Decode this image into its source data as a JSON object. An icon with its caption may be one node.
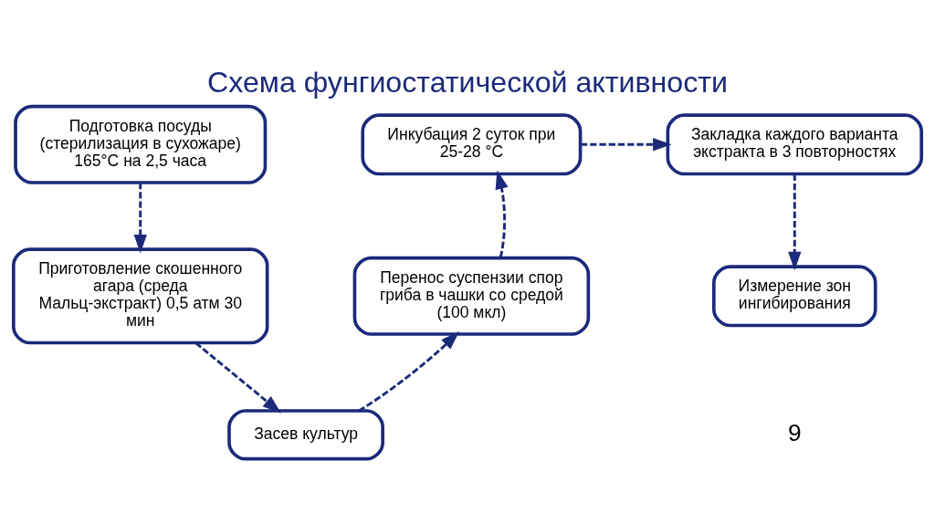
{
  "diagram": {
    "title": "Схема фунгиостатической активности",
    "nodes": [
      {
        "text": [
          "Подготовка посуды (стерилизация в сухожаре) 165°С на 2,5 часа"
        ]
      },
      {
        "text": [
          "Приготовление скошенного агара (среда Мальц-экстракт) 0,5 атм 30 мин"
        ]
      },
      {
        "text": [
          "Засев культур"
        ]
      },
      {
        "text": [
          "Перенос суспензии спор гриба в чашки со средой (100 мкл)"
        ]
      },
      {
        "text": [
          "Инкубация 2 суток при 25-28 °С"
        ]
      },
      {
        "text": [
          "Закладка каждого варианта экстракта в 3 повторностях"
        ]
      },
      {
        "text": [
          "Измерение зон ингибирования"
        ]
      }
    ],
    "edges": [
      {
        "from": 0,
        "to": 1,
        "arrow": "to",
        "style": "dashed"
      },
      {
        "from": 1,
        "to": 2,
        "arrow": "to",
        "style": "dashed"
      },
      {
        "from": 2,
        "to": 3,
        "arrow": "to",
        "style": "dashed"
      },
      {
        "from": 3,
        "to": 4,
        "arrow": "to",
        "style": "dashed"
      },
      {
        "from": 4,
        "to": 5,
        "arrow": "to",
        "style": "dashed"
      },
      {
        "from": 5,
        "to": 6,
        "arrow": "to",
        "style": "dashed"
      }
    ],
    "labels": [
      "9"
    ]
  }
}
